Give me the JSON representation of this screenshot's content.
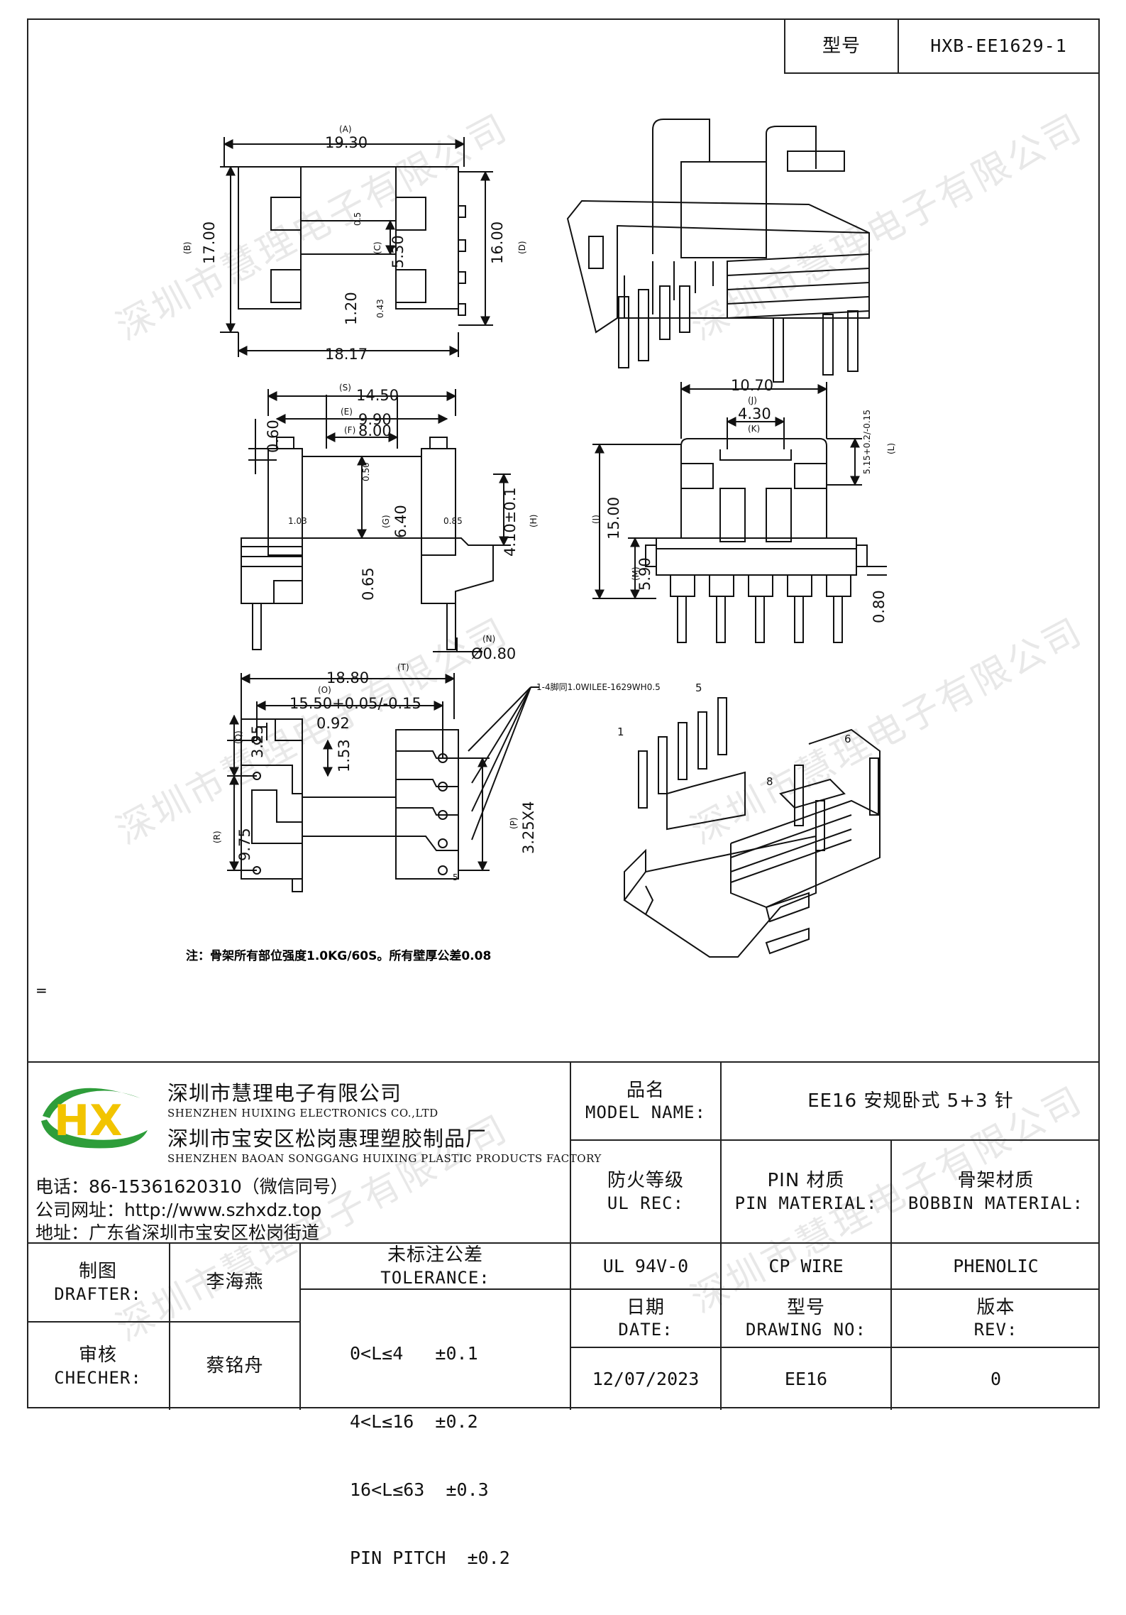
{
  "header": {
    "model_label": "型号",
    "model_value": "HXB-EE1629-1"
  },
  "watermark": "深圳市慧理电子有限公司",
  "drawing": {
    "top_view": {
      "A": "19.30",
      "A_tag": "(A)",
      "B": "17.00",
      "B_tag": "(B)",
      "D": "16.00",
      "D_tag": "(D)",
      "bottom": "18.17",
      "d05": "0.5",
      "C_tag": "(C)",
      "d530": "5.30",
      "d120": "1.20",
      "d043": "0.43"
    },
    "front_view": {
      "S": "14.50",
      "S_tag": "(S)",
      "E": "9.90",
      "E_tag": "(E)",
      "F": "8.00",
      "F_tag": "(F)",
      "d060": "0.60",
      "d050": "0.50",
      "d103": "1.03",
      "G": "6.40",
      "G_tag": "(G)",
      "d085": "0.85",
      "H": "4.10±0.1",
      "H_tag": "(H)",
      "d065": "0.65",
      "N_tag": "(N)",
      "N": "Ø0.80"
    },
    "side_view": {
      "J": "10.70",
      "J_tag": "(J)",
      "K": "4.30",
      "K_tag": "(K)",
      "L": "5.15+0.2/-0.15",
      "L_tag": "(L)",
      "I": "15.00",
      "I_tag": "(I)",
      "M": "5.90",
      "M_tag": "(M)",
      "d080": "0.80"
    },
    "bottom_view": {
      "T": "18.80",
      "T_tag": "(T)",
      "O": "15.50+0.05/-0.15",
      "O_tag": "(O)",
      "d092": "0.92",
      "Q": "3.25",
      "Q_tag": "(Q)",
      "d153": "1.53",
      "R": "9.75",
      "R_tag": "(R)",
      "P": "3.25X4",
      "P_tag": "(P)",
      "callout": "1-4脚同1.0WILEE-1629WH0.5",
      "pin5": "5"
    },
    "iso_bottom": {
      "pin1": "1",
      "pin5": "5",
      "pin6": "6",
      "pin8": "8"
    },
    "note": "注：骨架所有部位强度1.0KG/60S。所有壁厚公差0.08",
    "stray_mark": "="
  },
  "company": {
    "logo_text": "HX",
    "name_cn": "深圳市慧理电子有限公司",
    "name_en": "SHENZHEN HUIXING ELECTRONICS CO.,LTD",
    "factory_cn": "深圳市宝安区松岗惠理塑胶制品厂",
    "factory_en": "SHENZHEN BAOAN SONGGANG HUIXING PLASTIC PRODUCTS FACTORY",
    "phone": "电话：86-15361620310（微信同号）",
    "website": "公司网址：http://www.szhxdz.top",
    "address": "地址：广东省深圳市宝安区松岗街道"
  },
  "title_block": {
    "model_name_cn": "品名",
    "model_name_en": "MODEL NAME:",
    "model_name_value": "EE16 安规卧式 5+3 针",
    "ul_cn": "防火等级",
    "ul_en": "UL REC:",
    "pin_cn": "PIN 材质",
    "pin_en": "PIN MATERIAL:",
    "bobbin_cn": "骨架材质",
    "bobbin_en": "BOBBIN MATERIAL:",
    "ul_value": "UL 94V-0",
    "pin_value": "CP WIRE",
    "bobbin_value": "PHENOLIC",
    "drafter_cn": "制图",
    "drafter_en": "DRAFTER:",
    "drafter_name": "李海燕",
    "checker_cn": "审核",
    "checker_en": "CHECHER:",
    "checker_name": "蔡铭舟",
    "tolerance_cn": "未标注公差",
    "tolerance_en": "TOLERANCE:",
    "tolerance_lines": [
      "0<L≤4   ±0.1",
      "4<L≤16  ±0.2",
      "16<L≤63  ±0.3",
      "PIN PITCH  ±0.2"
    ],
    "date_cn": "日期",
    "date_en": "DATE:",
    "date_value": "12/07/2023",
    "drawing_no_cn": "型号",
    "drawing_no_en": "DRAWING NO:",
    "drawing_no_value": "EE16",
    "rev_cn": "版本",
    "rev_en": "REV:",
    "rev_value": "0"
  },
  "colors": {
    "logo_green": "#2e9d3a",
    "logo_yellow": "#f2c400",
    "logo_blue": "#2a62b8",
    "line": "#222222"
  }
}
